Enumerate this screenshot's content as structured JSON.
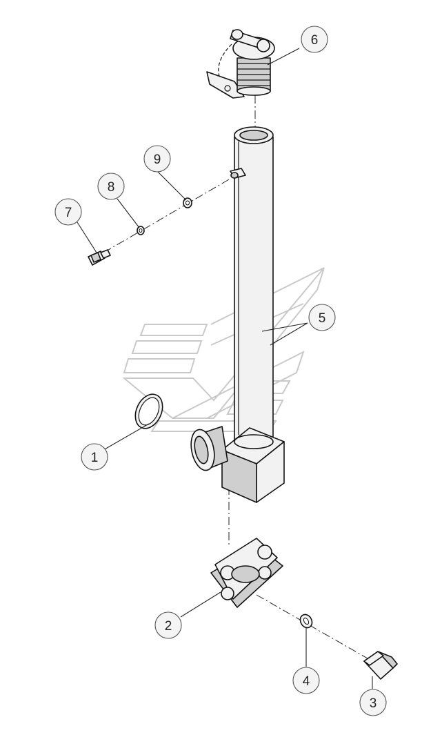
{
  "diagram": {
    "callouts": [
      {
        "id": "c1",
        "label": "1"
      },
      {
        "id": "c2",
        "label": "2"
      },
      {
        "id": "c3",
        "label": "3"
      },
      {
        "id": "c4",
        "label": "4"
      },
      {
        "id": "c5",
        "label": "5"
      },
      {
        "id": "c6",
        "label": "6"
      },
      {
        "id": "c7",
        "label": "7"
      },
      {
        "id": "c8",
        "label": "8"
      },
      {
        "id": "c9",
        "label": "9"
      }
    ]
  },
  "colors": {
    "line": "#111111",
    "part_fill": "#f2f2f2",
    "shade": "#cfcfcf",
    "watermark": "#c9c9c9"
  }
}
